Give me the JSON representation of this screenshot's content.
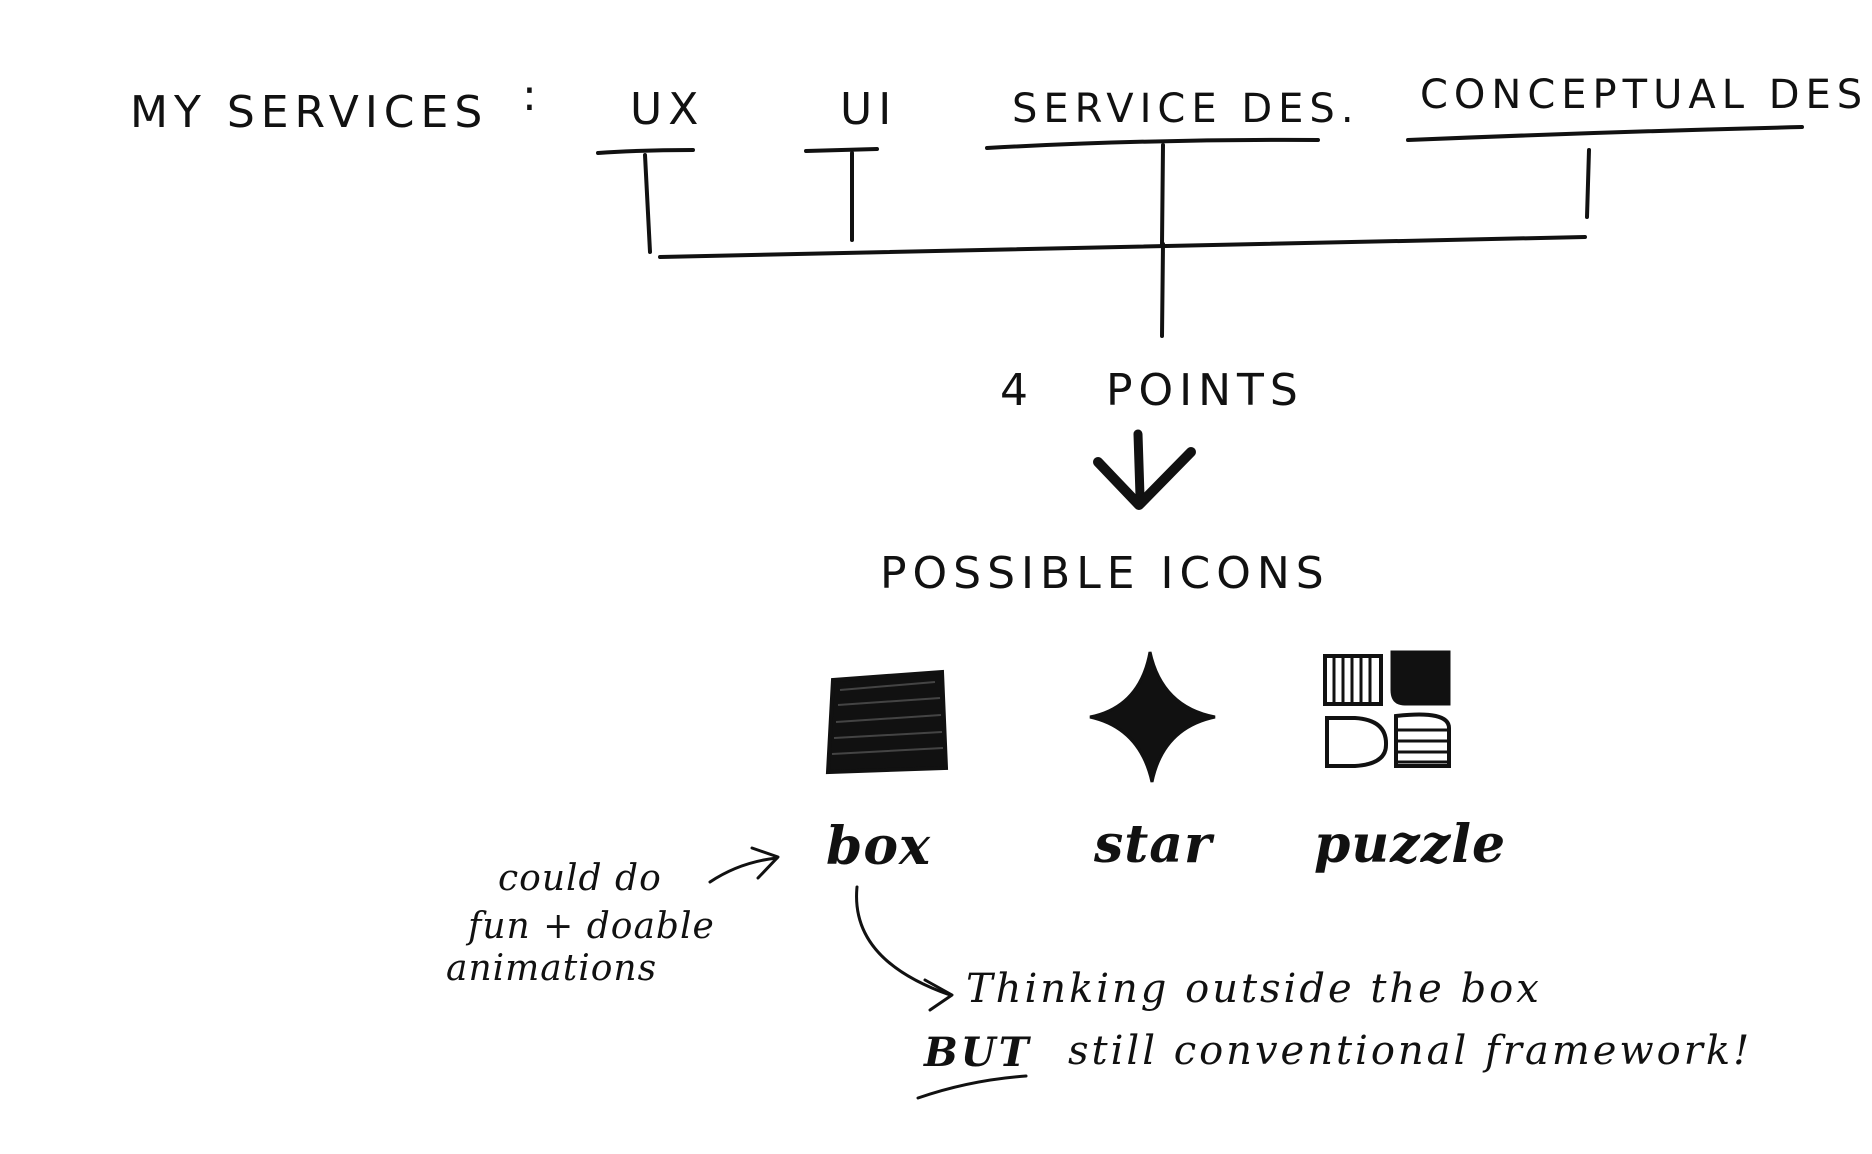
{
  "header": {
    "title": "MY SERVICES",
    "colon": ":"
  },
  "services": [
    {
      "label": "UX"
    },
    {
      "label": "UI"
    },
    {
      "label": "SERVICE DES."
    },
    {
      "label": "CONCEPTUAL DES"
    }
  ],
  "flow": {
    "points_number": "4",
    "points_label": "POINTS",
    "arrow_icon": "down-arrow-icon",
    "possible_icons_label": "POSSIBLE ICONS"
  },
  "icons": [
    {
      "icon": "filled-square-icon",
      "label": "box"
    },
    {
      "icon": "four-point-star-icon",
      "label": "star"
    },
    {
      "icon": "puzzle-quadrants-icon",
      "label": "puzzle"
    }
  ],
  "notes": {
    "animation_note": [
      "could do",
      "fun + doable",
      "animations"
    ],
    "box_note_line1": "Thinking outside the box",
    "box_note_but": "BUT",
    "box_note_line2_rest": "still conventional framework!"
  },
  "colors": {
    "ink": "#111111",
    "paper": "#ffffff"
  }
}
